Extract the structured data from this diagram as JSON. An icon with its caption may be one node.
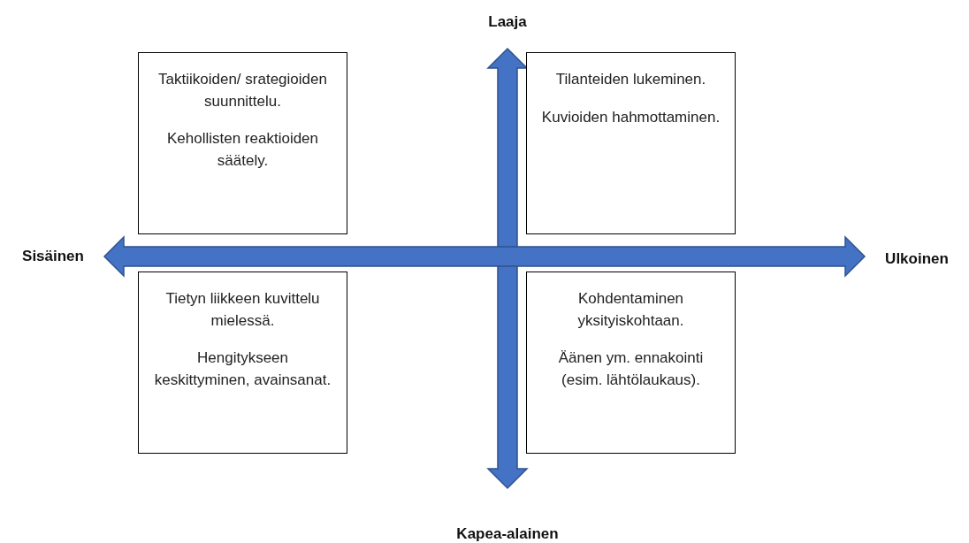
{
  "diagram": {
    "nodes": [
      {
        "text": [
          "Taktiikoiden/ srategioiden suunnittelu.",
          "Kehollisten reaktioiden säätely."
        ]
      },
      {
        "text": [
          "Tilanteiden lukeminen.",
          "Kuvioiden hahmottaminen."
        ]
      },
      {
        "text": [
          "Tietyn liikkeen kuvittelu mielessä.",
          "Hengitykseen keskittyminen, avainsanat."
        ]
      },
      {
        "text": [
          "Kohdentaminen yksityiskohtaan.",
          "Äänen ym. ennakointi (esim. lähtölaukaus)."
        ]
      }
    ],
    "labels": [
      "Laaja",
      "Sisäinen",
      "Ulkoinen",
      "Kapea-alainen"
    ]
  }
}
